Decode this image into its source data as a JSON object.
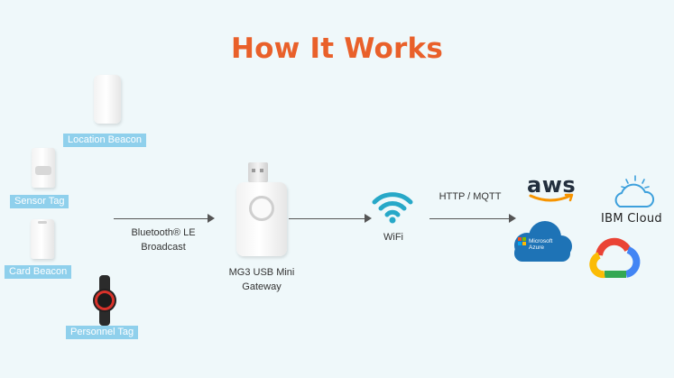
{
  "title": "How It Works",
  "tags": {
    "location_beacon": "Location Beacon",
    "sensor_tag": "Sensor Tag",
    "card_beacon": "Card Beacon",
    "personnel_tag": "Personnel Tag"
  },
  "flow": {
    "ble_line1": "Bluetooth® LE",
    "ble_line2": "Broadcast",
    "gateway_line1": "MG3 USB Mini",
    "gateway_line2": "Gateway",
    "wifi": "WiFi",
    "protocol": "HTTP / MQTT"
  },
  "cloud": {
    "aws": "aws",
    "azure_line1": "Microsoft",
    "azure_line2": "Azure",
    "ibm": "IBM Cloud"
  },
  "colors": {
    "title": "#e9602a",
    "tag_background": "#8fd0ec",
    "wifi": "#27a8c8",
    "aws_smile": "#f79400",
    "azure": "#1e73b6"
  },
  "icons": [
    "wifi-icon",
    "aws-logo",
    "azure-logo",
    "ibm-cloud-logo",
    "google-cloud-logo"
  ]
}
